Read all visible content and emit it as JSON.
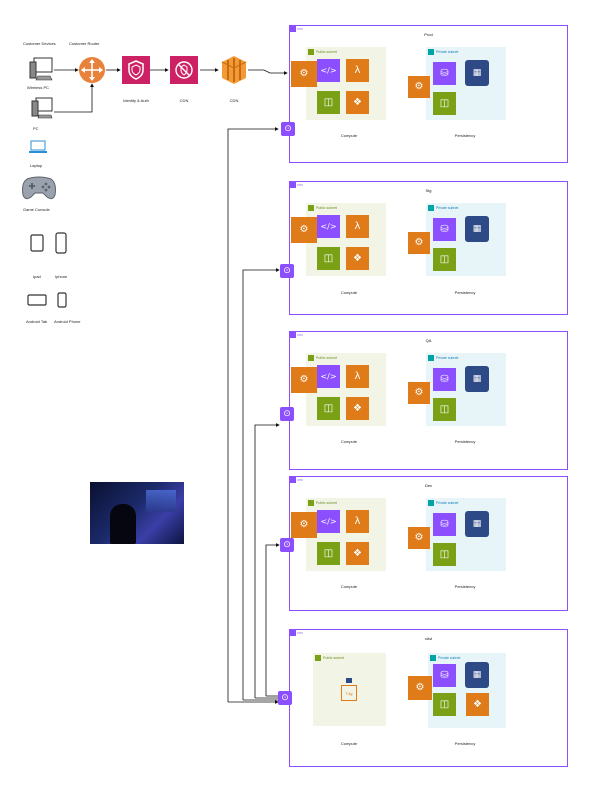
{
  "devices": {
    "customer_devices": "Customer Devices",
    "customer_router": "Customer Router",
    "wireless_pc": "Wireless PC",
    "pc": "PC",
    "laptop": "Laptop",
    "game_console": "Game Console",
    "ipad": "Ipad",
    "iphone": "Iphone",
    "android_tab": "Android Tab",
    "android_phone": "Android Phone"
  },
  "pipeline": {
    "identity": "Identity & Auth",
    "cdn1": "CDN",
    "cdn2": "CDN"
  },
  "envs": [
    {
      "name": "Prod",
      "vpc_tag": "VPC",
      "public": "Public subnet",
      "private": "Private subnet",
      "compute": "Compute",
      "persistency": "Persistency"
    },
    {
      "name": "Stg",
      "vpc_tag": "VPC",
      "public": "Public subnet",
      "private": "Private subnet",
      "compute": "Compute",
      "persistency": "Persistency"
    },
    {
      "name": "QA",
      "vpc_tag": "VPC",
      "public": "Public subnet",
      "private": "Private subnet",
      "compute": "Compute",
      "persistency": "Persistency"
    },
    {
      "name": "Dev",
      "vpc_tag": "VPC",
      "public": "Public subnet",
      "private": "Private subnet",
      "compute": "Compute",
      "persistency": "Persistency"
    },
    {
      "name": "xAvl",
      "vpc_tag": "VPC",
      "public": "Public subnet",
      "private": "Private subnet",
      "compute": "Compute",
      "persistency": "Persistency",
      "chip_label": "T4g"
    }
  ],
  "colors": {
    "vpc": "#8c4fff",
    "public_subnet": "#f2f5e6",
    "private_subnet": "#e7f4f8",
    "orange": "#e07b1a",
    "green": "#7aa116",
    "pink": "#cc2264",
    "purple": "#8c4fff"
  }
}
